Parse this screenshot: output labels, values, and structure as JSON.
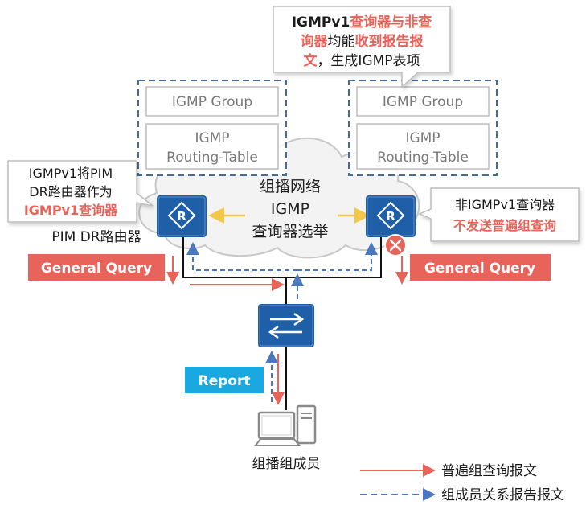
{
  "colors": {
    "router_fill": "#1f5fa8",
    "query_red": "#e8635a",
    "report_blue": "#4a78c0",
    "report_label_bg": "#19a9e0",
    "dashed_border": "#4a6a9a",
    "label_gray": "#888888",
    "yellow_arrow": "#f4c74a",
    "accent_text": "#e8635a"
  },
  "callout_top": {
    "line1_a": "IGMPv1",
    "line1_b": "查询器与非查",
    "line2_a": "询器",
    "line2_b": "均能",
    "line2_c": "收到报告报",
    "line3_a": "文",
    "line3_b": "，生成IGMP表项"
  },
  "left_table": {
    "group_label": "IGMP Group",
    "routing_line1": "IGMP",
    "routing_line2": "Routing-Table"
  },
  "right_table": {
    "group_label": "IGMP Group",
    "routing_line1": "IGMP",
    "routing_line2": "Routing-Table"
  },
  "callout_left": {
    "line1": "IGMPv1将PIM",
    "line2": "DR路由器作为",
    "line3": "IGMPv1查询器"
  },
  "callout_right": {
    "line1": "非IGMPv1查询器",
    "line2": "不发送普遍组查询"
  },
  "cloud": {
    "line1": "组播网络",
    "line2": "IGMP",
    "line3": "查询器选举"
  },
  "pim_dr_label": "PIM DR路由器",
  "router_glyph": "R",
  "general_query_left": "General Query",
  "general_query_right": "General Query",
  "report_label": "Report",
  "host_label": "组播组成员",
  "legend": {
    "query_text": "普遍组查询报文",
    "report_text": "组成员关系报告报文"
  }
}
